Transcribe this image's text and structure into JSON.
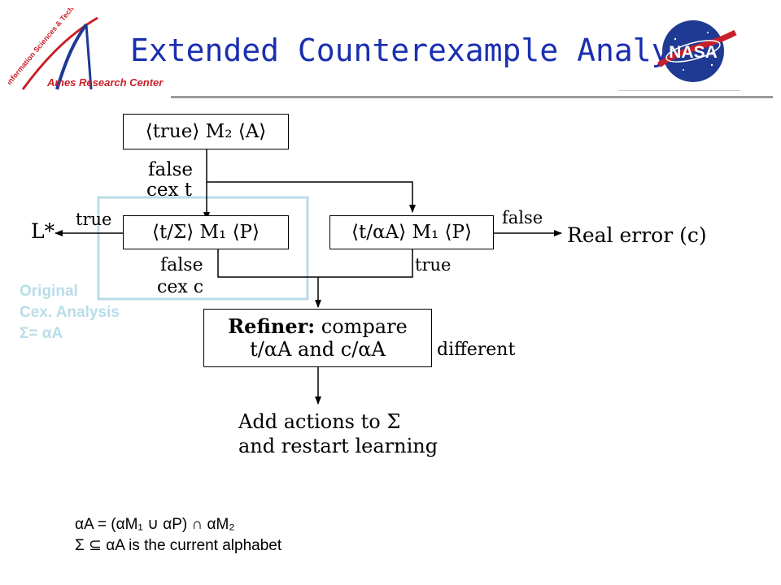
{
  "header": {
    "title": "Extended Counterexample Analysis",
    "logo_left": {
      "line1": "Information Sciences & Technology",
      "line2": "Ames Research Center"
    },
    "logo_right": {
      "text": "NASA"
    }
  },
  "boxes": {
    "top": {
      "text": "⟨true⟩ M₂ ⟨A⟩"
    },
    "left": {
      "text": "⟨t/Σ⟩ M₁ ⟨P⟩"
    },
    "right": {
      "text": "⟨t/αA⟩ M₁ ⟨P⟩"
    },
    "refiner": {
      "bold": "Refiner:",
      "line1_rest": " compare",
      "line2": "t/αA and c/αA"
    }
  },
  "labels": {
    "false_top": "false",
    "cex_t": "cex t",
    "true_left": "true",
    "lstar": "L*",
    "false_right": "false",
    "real_error": "Real error (c)",
    "false_mid": "false",
    "cex_c": "cex c",
    "true_mid": "true",
    "different": "different",
    "add_line1": "Add actions to Σ",
    "add_line2": "and restart learning",
    "original1": "Original",
    "original2": "Cex. Analysis",
    "original3": "Σ= αA"
  },
  "footnotes": {
    "line1": "αA = (αM₁ ∪ αP) ∩ αM₂",
    "line2": "Σ ⊆ αA is the current alphabet"
  },
  "colors": {
    "title": "#1a2fb0",
    "highlight": "#b9dde8",
    "logo_red": "#c8202a",
    "logo_blue": "#1f3a93"
  }
}
